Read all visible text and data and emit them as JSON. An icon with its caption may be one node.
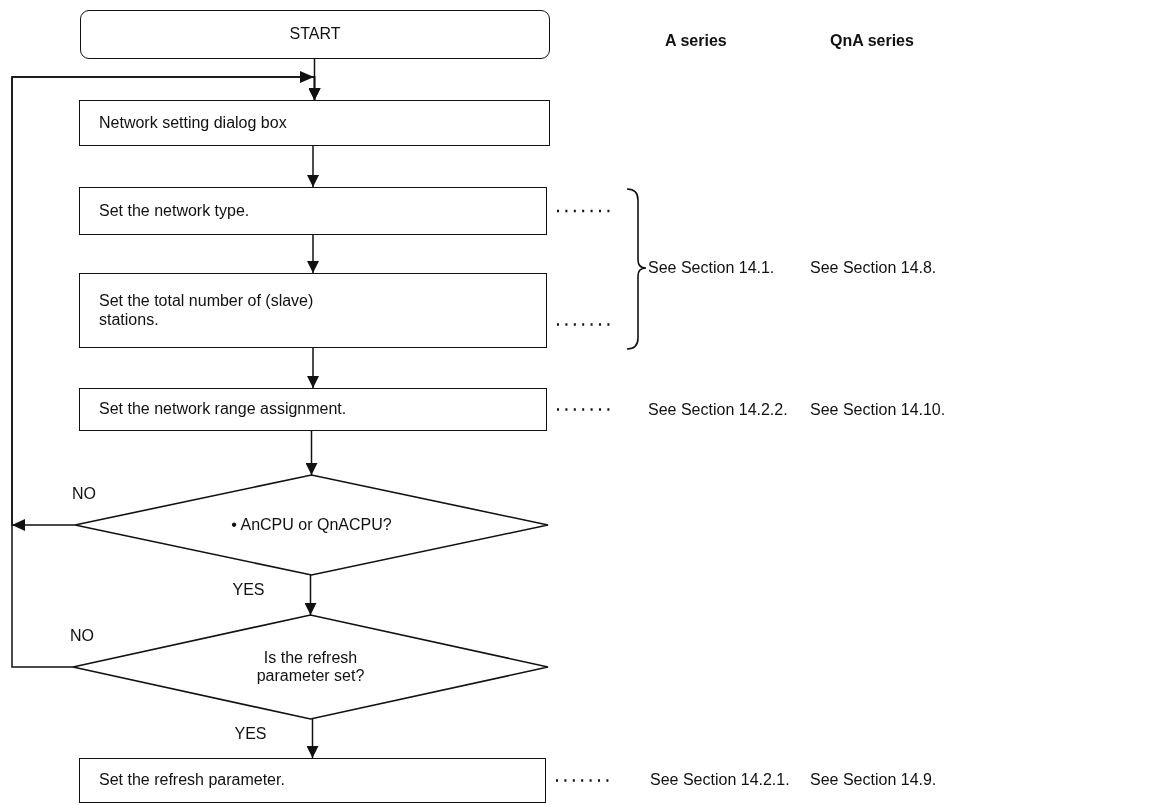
{
  "diagram": {
    "nodes": [
      {
        "text": [
          "START"
        ]
      },
      {
        "text": [
          "Network setting dialog box"
        ]
      },
      {
        "text": [
          "Set the network type."
        ]
      },
      {
        "text": [
          "Set the total number of (slave) stations."
        ]
      },
      {
        "text": [
          "Set the network range assignment."
        ]
      },
      {
        "text": [
          "• AnCPU or QnACPU?"
        ]
      },
      {
        "text": [
          "Is the refresh parameter set?"
        ]
      },
      {
        "text": [
          "Set the refresh parameter."
        ]
      }
    ],
    "edges": [
      {
        "from": 0,
        "to": 1,
        "arrow": "to"
      },
      {
        "from": 1,
        "to": 2,
        "arrow": "to"
      },
      {
        "from": 2,
        "to": 3,
        "arrow": "to"
      },
      {
        "from": 3,
        "to": 4,
        "arrow": "to"
      },
      {
        "from": 4,
        "to": 5,
        "arrow": "to"
      },
      {
        "from": 5,
        "to": 6,
        "label": "YES",
        "arrow": "to"
      },
      {
        "from": 6,
        "to": 7,
        "label": "YES",
        "arrow": "to"
      },
      {
        "from": 5,
        "to": 1,
        "label": "NO",
        "arrow": "to"
      },
      {
        "from": 6,
        "to": 1,
        "label": "NO",
        "arrow": "to"
      },
      {
        "from": 2,
        "to": null,
        "arrow": "none",
        "style": "dashed"
      },
      {
        "from": 3,
        "to": null,
        "arrow": "none",
        "style": "dashed"
      },
      {
        "from": 4,
        "to": null,
        "arrow": "none",
        "style": "dashed"
      },
      {
        "from": 7,
        "to": null,
        "arrow": "none",
        "style": "dashed"
      }
    ],
    "labels": [
      "A series",
      "QnA series",
      "See Section 14.1.",
      "See Section 14.8.",
      "See Section 14.2.2.",
      "See Section 14.10.",
      "See Section 14.2.1.",
      "See Section 14.9."
    ]
  }
}
